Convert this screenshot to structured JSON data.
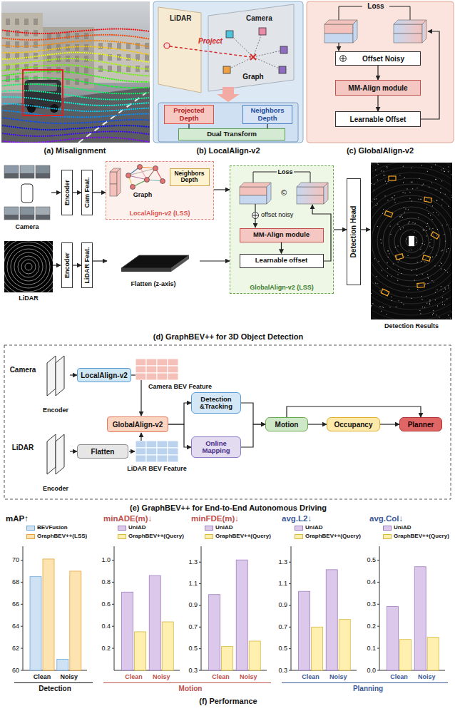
{
  "diagram": {
    "nodes": [
      {
        "text": [
          "Projected Depth"
        ]
      },
      {
        "text": [
          "Neighbors Depth"
        ]
      },
      {
        "text": [
          "Dual Transform"
        ]
      },
      {
        "text": [
          "Offset Noisy"
        ]
      },
      {
        "text": [
          "MM-Align module"
        ]
      },
      {
        "text": [
          "Learnable Offset"
        ]
      },
      {
        "text": [
          "Encoder"
        ]
      },
      {
        "text": [
          "Cam Feat."
        ]
      },
      {
        "text": [
          "LocalAlign-v2 (LSS)"
        ]
      },
      {
        "text": [
          "Neighbors Depth"
        ],
        "in": 8
      },
      {
        "text": [
          "GlobalAlign-v2 (LSS)"
        ]
      },
      {
        "text": [
          "MM-Align module"
        ],
        "in": 10
      },
      {
        "text": [
          "Learnable offset"
        ],
        "in": 10
      },
      {
        "text": [
          "Detection Head"
        ]
      },
      {
        "text": [
          "Encoder"
        ]
      },
      {
        "text": [
          "LiDAR Feat."
        ]
      },
      {
        "text": [
          "Flatten (z-axis)"
        ]
      },
      {
        "text": [
          "Encoder"
        ]
      },
      {
        "text": [
          "LocalAlign-v2"
        ]
      },
      {
        "text": [
          "GlobalAlign-v2"
        ]
      },
      {
        "text": [
          "Encoder"
        ]
      },
      {
        "text": [
          "Flatten"
        ]
      },
      {
        "text": [
          "Detection &Tracking"
        ]
      },
      {
        "text": [
          "Online Mapping"
        ]
      },
      {
        "text": [
          "Motion"
        ]
      },
      {
        "text": [
          "Occupancy"
        ]
      },
      {
        "text": [
          "Planner"
        ]
      }
    ],
    "edges": [
      {
        "from": 0,
        "to": 2,
        "arrow": "none"
      },
      {
        "from": 1,
        "to": 2,
        "arrow": "none"
      },
      {
        "from": 3,
        "to": 4,
        "arrow": "to"
      },
      {
        "from": 4,
        "to": 5,
        "arrow": "to"
      },
      {
        "from": 6,
        "to": 7,
        "arrow": "to"
      },
      {
        "from": 7,
        "to": 8,
        "arrow": "to"
      },
      {
        "from": 8,
        "to": 10,
        "arrow": "to"
      },
      {
        "from": 14,
        "to": 15,
        "arrow": "to"
      },
      {
        "from": 15,
        "to": 16,
        "arrow": "to"
      },
      {
        "from": 16,
        "to": 10,
        "arrow": "to"
      },
      {
        "from": 10,
        "to": 13,
        "arrow": "to"
      },
      {
        "from": 11,
        "to": 12,
        "arrow": "to"
      },
      {
        "from": 17,
        "to": 18,
        "arrow": "to"
      },
      {
        "from": 20,
        "to": 21,
        "arrow": "to"
      },
      {
        "from": 19,
        "to": 22,
        "arrow": "to"
      },
      {
        "from": 19,
        "to": 23,
        "arrow": "to"
      },
      {
        "from": 22,
        "to": 24,
        "arrow": "to"
      },
      {
        "from": 23,
        "to": 24,
        "arrow": "to"
      },
      {
        "from": 24,
        "to": 25,
        "arrow": "to"
      },
      {
        "from": 25,
        "to": 26,
        "arrow": "to"
      },
      {
        "from": 24,
        "to": 26,
        "arrow": "to"
      }
    ],
    "labels": [
      "(a) Misalignment",
      "LiDAR",
      "Camera",
      "Project",
      "Graph",
      "(b) LocalAlign-v2",
      "Loss",
      "(c) GlobalAlign-v2",
      "Camera",
      "LiDAR",
      "Graph",
      "Loss",
      "©",
      "offset noisy",
      "Detection Results",
      "(d) GraphBEV++ for 3D Object Detection",
      "Camera",
      "LiDAR",
      "Camera BEV Feature",
      "LiDAR BEV Feature",
      "(e) GraphBEV++ for End-to-End Autonomous Driving",
      "mAP↑",
      "minADE(m)↓",
      "minFDE(m)↓",
      "avg.L2↓",
      "avg.Col↓",
      "60",
      "62",
      "64",
      "66",
      "68",
      "70",
      "0.2",
      "0.4",
      "0.6",
      "0.8",
      "1.0",
      "0.3",
      "0.5",
      "0.7",
      "0.9",
      "1.1",
      "1.3",
      "0.3",
      "0.5",
      "0.7",
      "0.9",
      "1.1",
      "1.3",
      "0.0",
      "0.1",
      "0.2",
      "0.3",
      "0.4",
      "0.5",
      "Clean",
      "Noisy",
      "Clean",
      "Noisy",
      "Clean",
      "Noisy",
      "Clean",
      "Noisy",
      "Clean",
      "Noisy",
      "Detection",
      "Motion",
      "Planning",
      "(f) Performance"
    ],
    "legend": [
      {
        "text": "BEVFusion",
        "color": "#cfe2f3"
      },
      {
        "text": "GraphBEV++(LSS)",
        "color": "#fde3b0"
      },
      {
        "text": "UniAD",
        "color": "#dcc8ea"
      },
      {
        "text": "GraphBEV++(Query)",
        "color": "#fff0b0"
      },
      {
        "text": "UniAD",
        "color": "#dcc8ea"
      },
      {
        "text": "GraphBEV++(Query)",
        "color": "#fff0b0"
      },
      {
        "text": "UniAD",
        "color": "#dcc8ea"
      },
      {
        "text": "GraphBEV++(Query)",
        "color": "#fff0b0"
      },
      {
        "text": "UniAD",
        "color": "#dcc8ea"
      },
      {
        "text": "GraphBEV++(Query)",
        "color": "#fff0b0"
      }
    ]
  }
}
